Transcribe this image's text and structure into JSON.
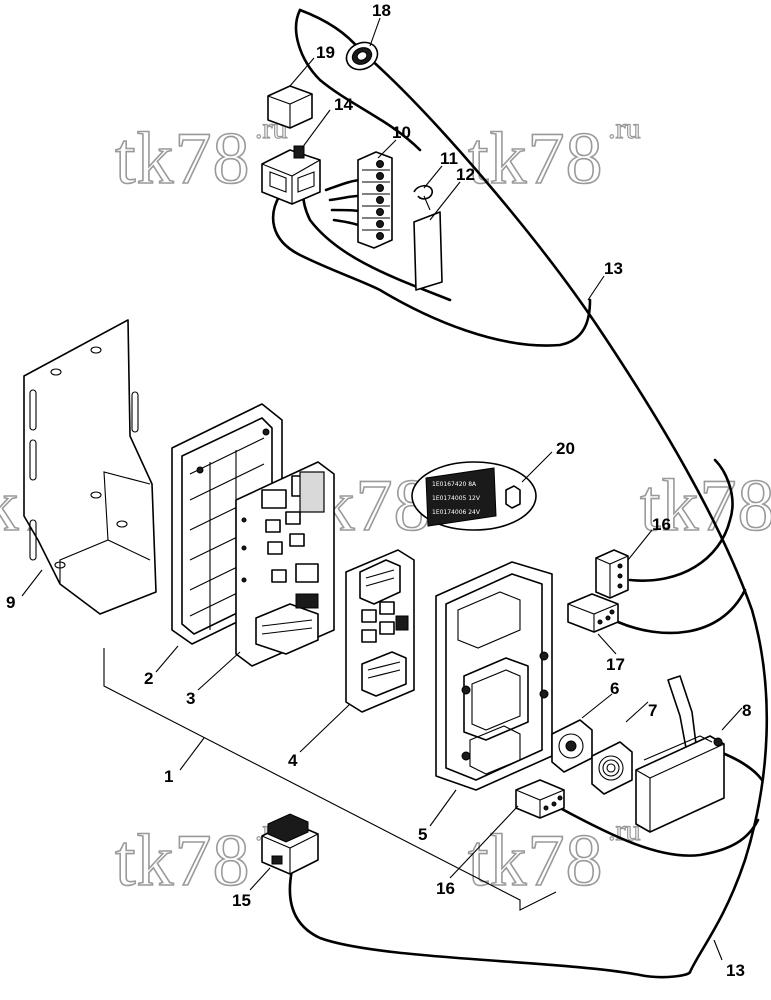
{
  "diagram": {
    "callouts": [
      {
        "id": "c1",
        "text": "1"
      },
      {
        "id": "c2",
        "text": "2"
      },
      {
        "id": "c3",
        "text": "3"
      },
      {
        "id": "c4",
        "text": "4"
      },
      {
        "id": "c5",
        "text": "5"
      },
      {
        "id": "c6",
        "text": "6"
      },
      {
        "id": "c7",
        "text": "7"
      },
      {
        "id": "c8",
        "text": "8"
      },
      {
        "id": "c9",
        "text": "9"
      },
      {
        "id": "c10",
        "text": "10"
      },
      {
        "id": "c11",
        "text": "11"
      },
      {
        "id": "c12",
        "text": "12"
      },
      {
        "id": "c13a",
        "text": "13"
      },
      {
        "id": "c13b",
        "text": "13"
      },
      {
        "id": "c14",
        "text": "14"
      },
      {
        "id": "c15",
        "text": "15"
      },
      {
        "id": "c16a",
        "text": "16"
      },
      {
        "id": "c16b",
        "text": "16"
      },
      {
        "id": "c17",
        "text": "17"
      },
      {
        "id": "c18",
        "text": "18"
      },
      {
        "id": "c19",
        "text": "19"
      },
      {
        "id": "c20",
        "text": "20"
      }
    ],
    "fuse_label": {
      "rows": [
        "1E0167420 8A",
        "1E0174005 12V",
        "1E0174006 24V"
      ]
    },
    "watermark": {
      "text": "tk78",
      "suffix": ".ru"
    }
  }
}
